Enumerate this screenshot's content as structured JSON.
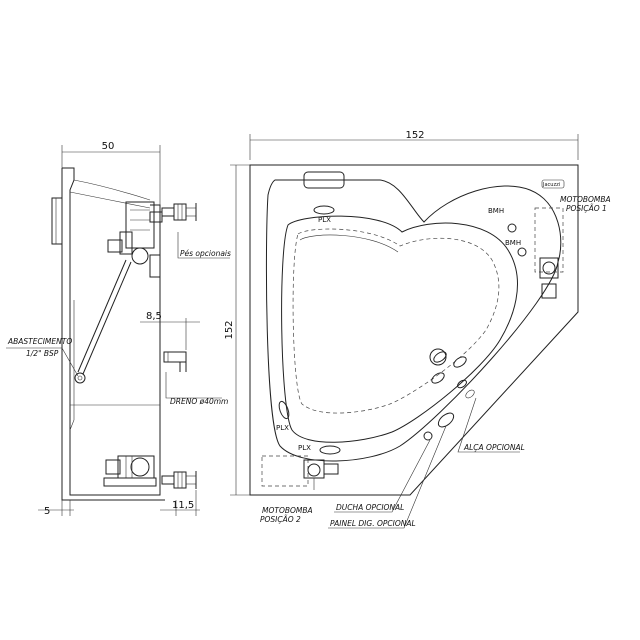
{
  "dimensions": {
    "side_width": "50",
    "top_width": "152",
    "top_height": "152",
    "side_offset": "8,5",
    "side_bottom_left": "5",
    "side_bottom_right": "11,5"
  },
  "labels": {
    "pes_opcionais": "Pés opcionais",
    "abastecimento_1": "ABASTECIMENTO",
    "abastecimento_2": "1/2\" BSP",
    "dreno": "DRENO ø40mm",
    "motobomba_1_a": "MOTOBOMBA",
    "motobomba_1_b": "POSIÇÃO 1",
    "motobomba_2_a": "MOTOBOMBA",
    "motobomba_2_b": "POSIÇÃO 2",
    "alca": "ALÇA OPCIONAL",
    "ducha": "DUCHA OPCIONAL",
    "painel": "PAINEL DIG. OPCIONAL"
  },
  "tags": {
    "plx_top": "PLX",
    "plx_left": "PLX",
    "plx_bottom": "PLX",
    "bmh_1": "BMH",
    "bmh_2": "BMH",
    "logo": "Jacuzzi"
  }
}
